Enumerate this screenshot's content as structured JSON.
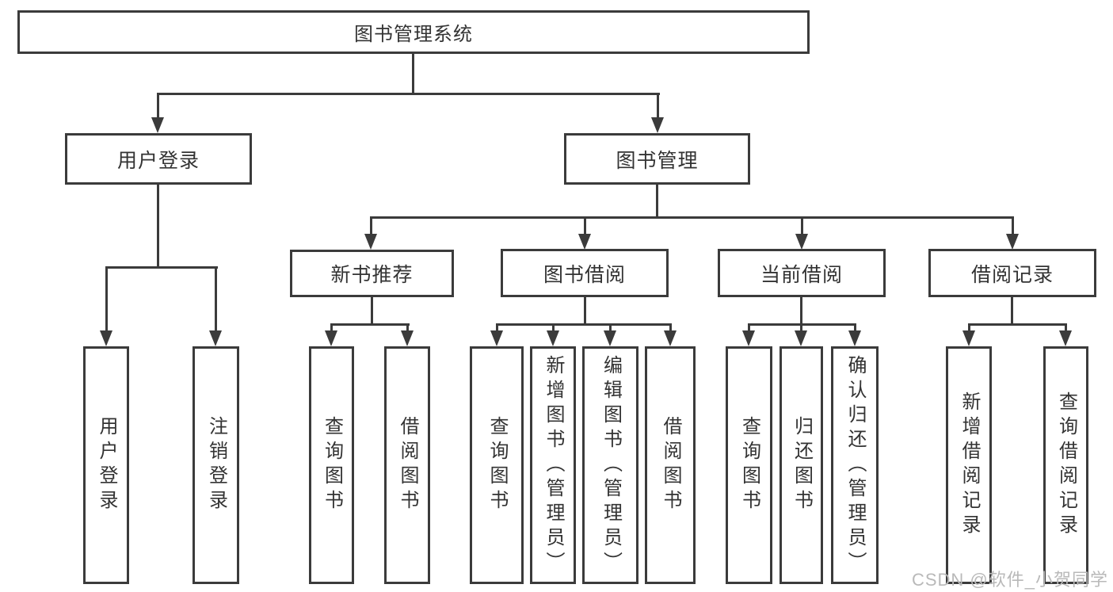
{
  "tree": {
    "root": "图书管理系统",
    "branches": [
      {
        "label": "用户登录",
        "children": [
          "用户登录",
          "注销登录"
        ]
      },
      {
        "label": "图书管理",
        "groups": [
          {
            "label": "新书推荐",
            "children": [
              "查询图书",
              "借阅图书"
            ]
          },
          {
            "label": "图书借阅",
            "children": [
              "查询图书",
              "新增图书（管理员）",
              "编辑图书（管理员）",
              "借阅图书"
            ]
          },
          {
            "label": "当前借阅",
            "children": [
              "查询图书",
              "归还图书",
              "确认归还（管理员）"
            ]
          },
          {
            "label": "借阅记录",
            "children": [
              "新增借阅记录",
              "查询借阅记录"
            ]
          }
        ]
      }
    ]
  },
  "watermark": "CSDN @软件_小贺同学",
  "colors": {
    "line": "#3b3b3b",
    "text": "#333333",
    "watermark": "#b9b9b9",
    "background": "#ffffff"
  }
}
